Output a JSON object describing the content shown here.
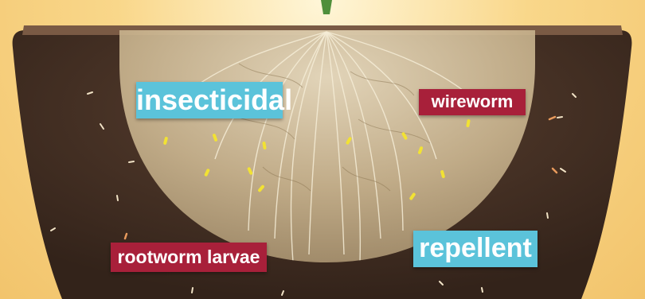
{
  "labels": {
    "insecticidal": "insecticidal",
    "wireworm": "wireworm",
    "rootworm_larvae": "rootworm larvae",
    "repellent": "repellent"
  },
  "colors": {
    "soil": "#4a3322",
    "sky": "#f9d78a",
    "label_blue": "#5bc3da",
    "label_red": "#a8203a",
    "roots": "#d8c8a4",
    "granules": "#f2e233"
  }
}
